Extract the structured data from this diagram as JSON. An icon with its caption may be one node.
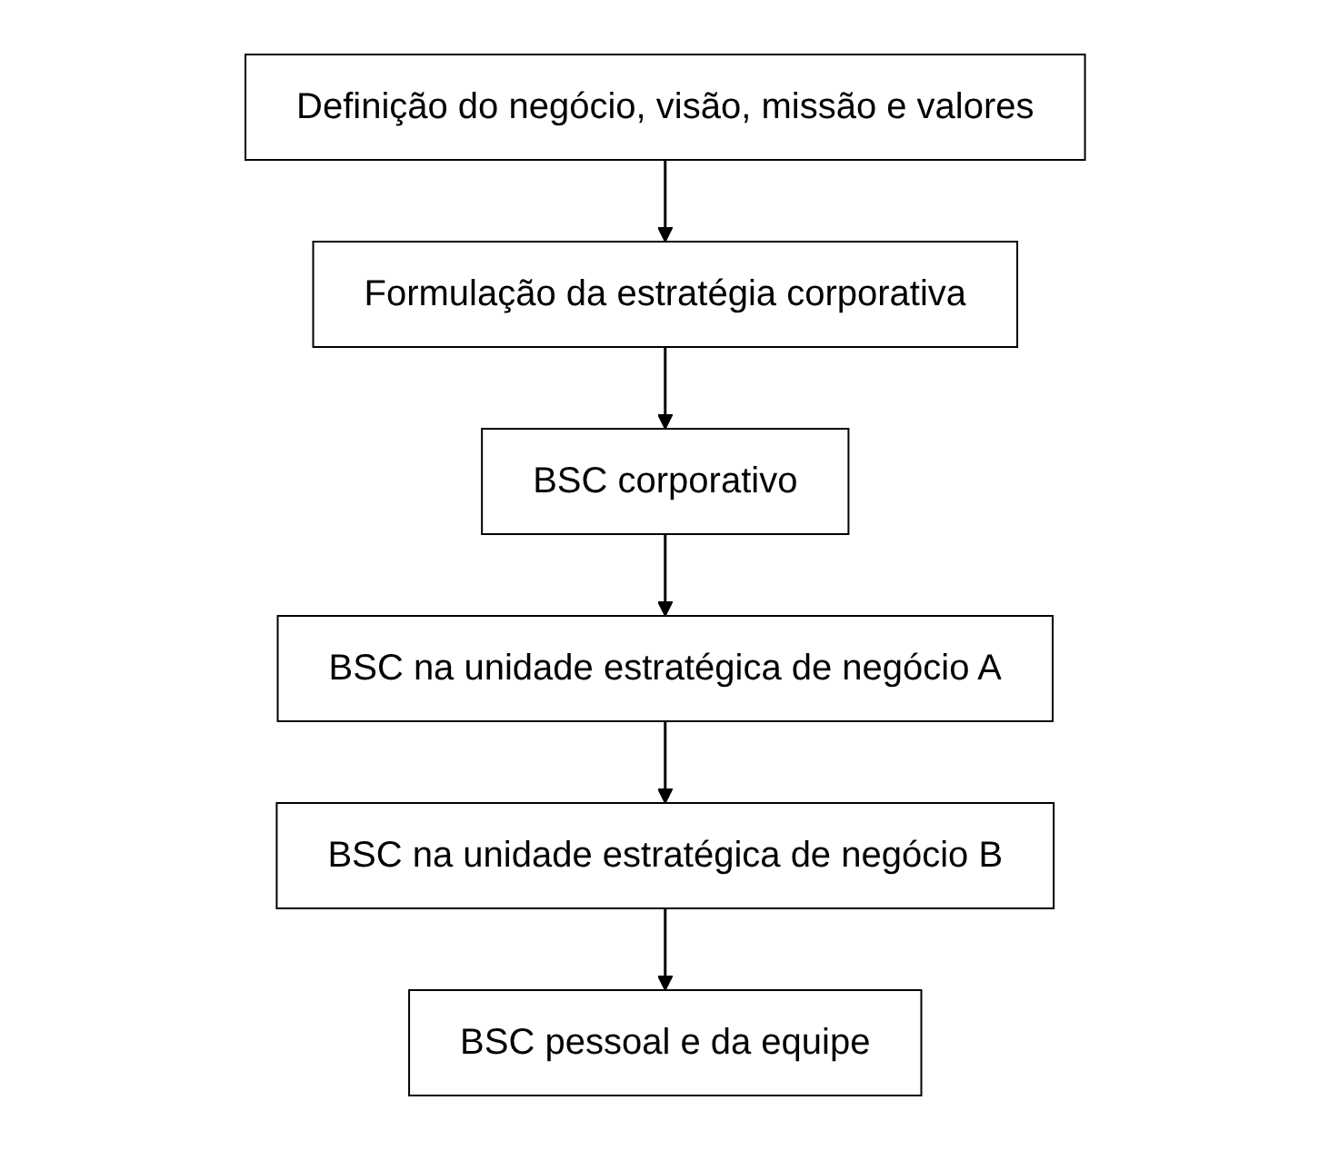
{
  "diagram": {
    "nodes": [
      {
        "text": [
          "Definição do negócio, visão, missão e valores"
        ]
      },
      {
        "text": [
          "Formulação da estratégia corporativa"
        ]
      },
      {
        "text": [
          "BSC corporativo"
        ]
      },
      {
        "text": [
          "BSC na unidade estratégica de negócio A"
        ]
      },
      {
        "text": [
          "BSC na unidade estratégica de negócio B"
        ]
      },
      {
        "text": [
          "BSC pessoal e da equipe"
        ]
      }
    ],
    "edges": [
      {
        "from": 0,
        "to": 1,
        "arrow": "to"
      },
      {
        "from": 1,
        "to": 2,
        "arrow": "to"
      },
      {
        "from": 2,
        "to": 3,
        "arrow": "to"
      },
      {
        "from": 3,
        "to": 4,
        "arrow": "to"
      },
      {
        "from": 4,
        "to": 5,
        "arrow": "to"
      }
    ]
  }
}
